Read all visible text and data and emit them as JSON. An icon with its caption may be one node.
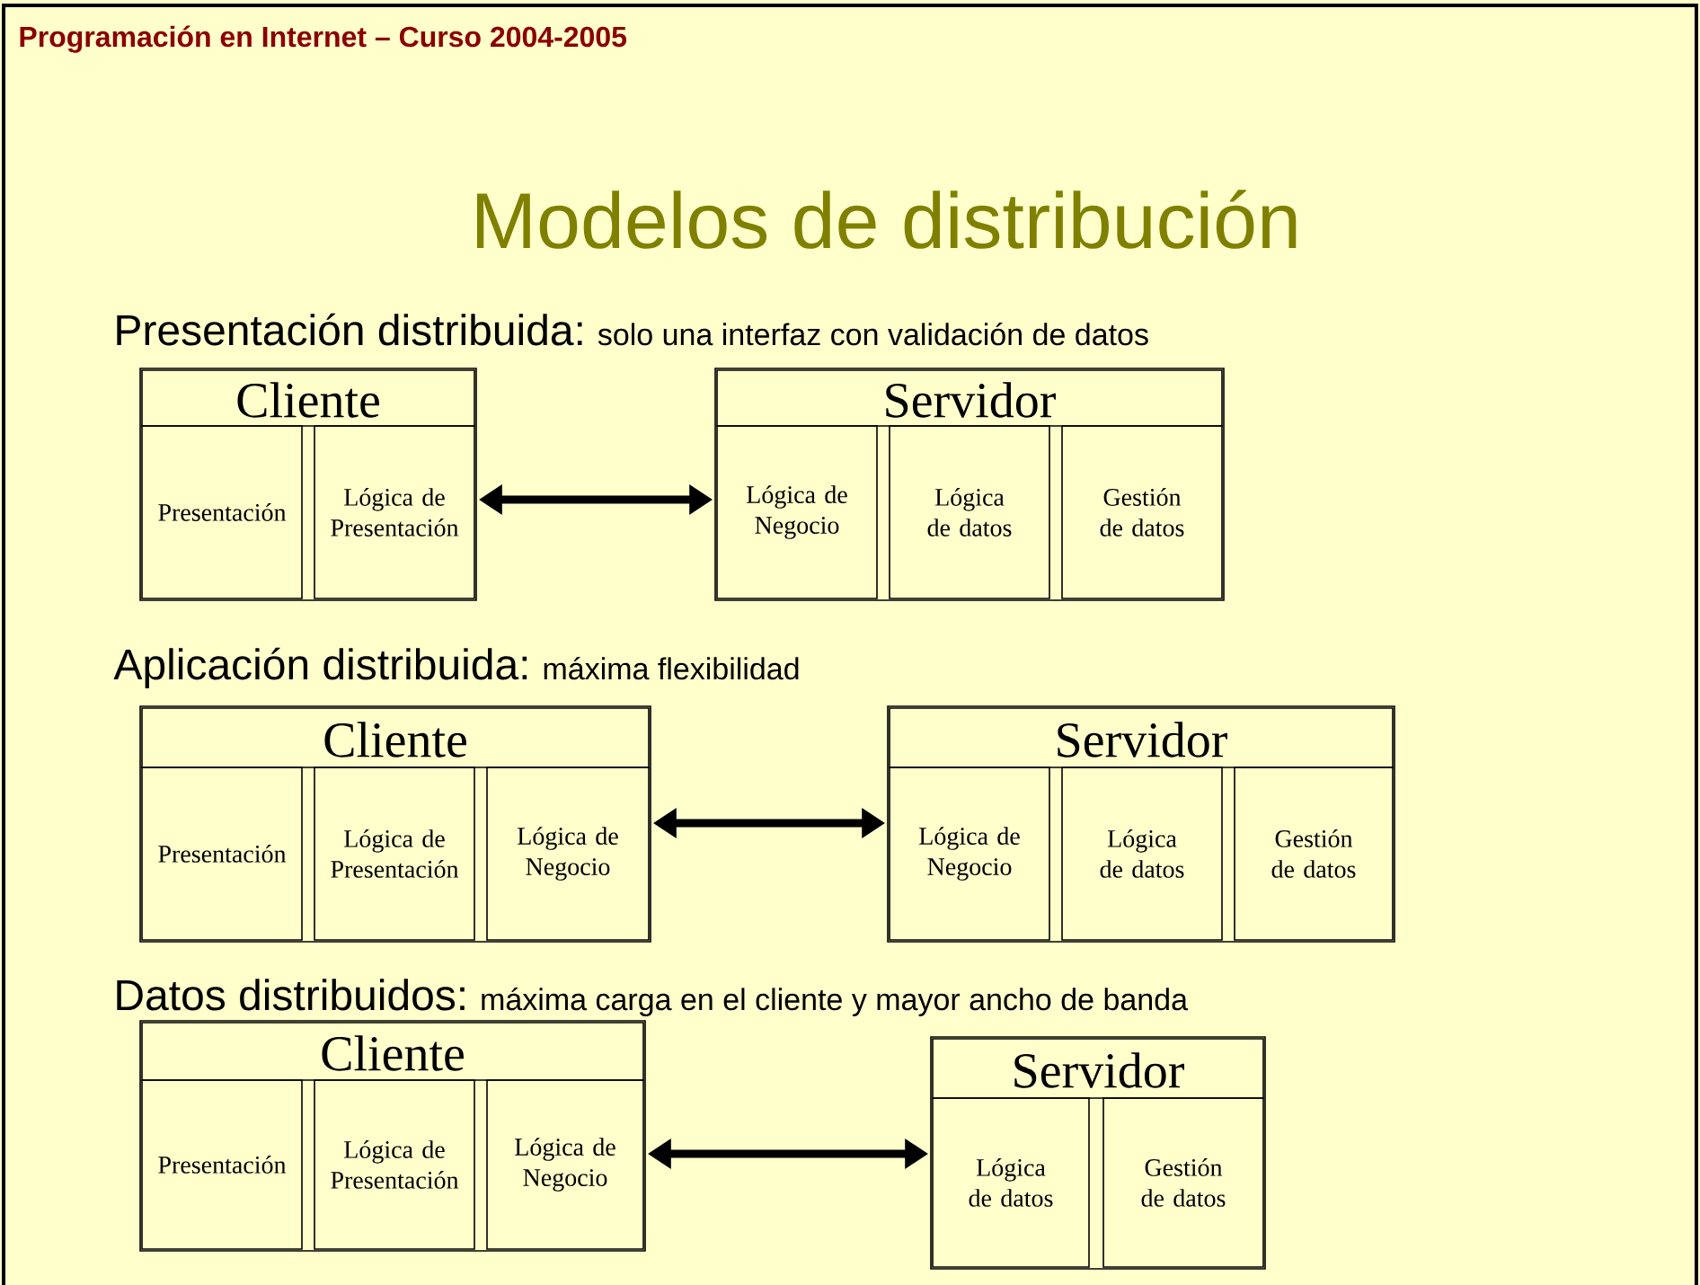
{
  "diagram": {
    "title": "Modelos de distribución",
    "nodes": [
      {
        "text": [
          "Cliente"
        ]
      },
      {
        "text": [
          "Presentación"
        ],
        "in": 0
      },
      {
        "text": [
          "Lógica de Presentación"
        ],
        "in": 0
      },
      {
        "text": [
          "Servidor"
        ]
      },
      {
        "text": [
          "Lógica de Negocio"
        ],
        "in": 3
      },
      {
        "text": [
          "Lógica de datos"
        ],
        "in": 3
      },
      {
        "text": [
          "Gestión de datos"
        ],
        "in": 3
      },
      {
        "text": [
          "Cliente"
        ]
      },
      {
        "text": [
          "Presentación"
        ],
        "in": 7
      },
      {
        "text": [
          "Lógica de Presentación"
        ],
        "in": 7
      },
      {
        "text": [
          "Lógica de Negocio"
        ],
        "in": 7
      },
      {
        "text": [
          "Servidor"
        ]
      },
      {
        "text": [
          "Lógica de Negocio"
        ],
        "in": 11
      },
      {
        "text": [
          "Lógica de datos"
        ],
        "in": 11
      },
      {
        "text": [
          "Gestión de datos"
        ],
        "in": 11
      },
      {
        "text": [
          "Cliente"
        ]
      },
      {
        "text": [
          "Presentación"
        ],
        "in": 15
      },
      {
        "text": [
          "Lógica de Presentación"
        ],
        "in": 15
      },
      {
        "text": [
          "Lógica de Negocio"
        ],
        "in": 15
      },
      {
        "text": [
          "Servidor"
        ]
      },
      {
        "text": [
          "Lógica de datos"
        ],
        "in": 19
      },
      {
        "text": [
          "Gestión de datos"
        ],
        "in": 19
      }
    ],
    "edges": [
      {
        "from": 0,
        "to": 3,
        "arrow": "both"
      },
      {
        "from": 7,
        "to": 11,
        "arrow": "both"
      },
      {
        "from": 15,
        "to": 19,
        "arrow": "both"
      }
    ],
    "labels": [
      "Programación en Internet – Curso 2004-2005",
      "Presentación distribuida:",
      "solo una interfaz con validación de datos",
      "Aplicación distribuida:",
      "máxima flexibilidad",
      "Datos distribuidos:",
      "máxima carga en el cliente y mayor ancho de banda"
    ]
  }
}
